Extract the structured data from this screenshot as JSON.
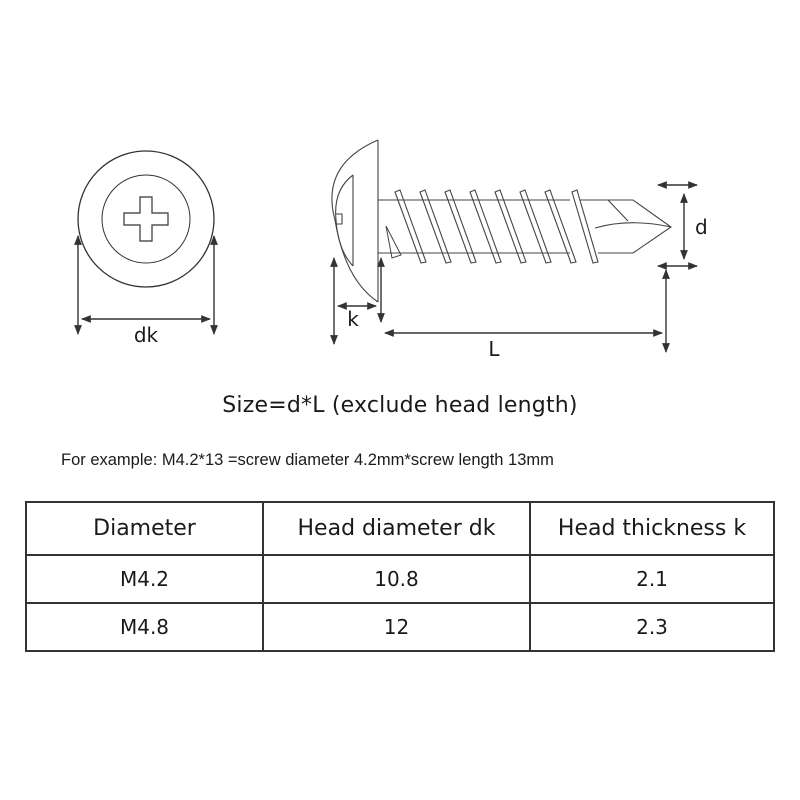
{
  "diagram": {
    "front_view": {
      "dimension_label": "dk"
    },
    "side_view": {
      "diameter_label": "d",
      "head_thickness_label": "k",
      "length_label": "L"
    }
  },
  "captions": {
    "size_formula": "Size=d*L  (exclude head length)",
    "example": "For example:  M4.2*13 =screw diameter 4.2mm*screw length 13mm"
  },
  "table": {
    "headers": [
      "Diameter",
      "Head diameter dk",
      "Head thickness k"
    ],
    "rows": [
      [
        "M4.2",
        "10.8",
        "2.1"
      ],
      [
        "M4.8",
        "12",
        "2.3"
      ]
    ]
  },
  "colors": {
    "line": "#333333",
    "text": "#1a1a1a",
    "background": "#ffffff"
  }
}
